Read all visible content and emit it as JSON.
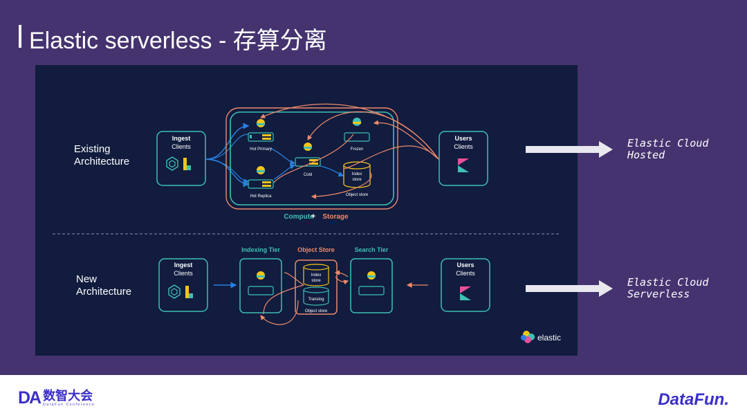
{
  "slide": {
    "title": "Elastic serverless - 存算分离",
    "background": "#44336f"
  },
  "existing": {
    "label_line1": "Existing",
    "label_line2": "Architecture",
    "ingest_title": "Ingest",
    "ingest_sub": "Clients",
    "users_title": "Users",
    "users_sub": "Clients",
    "hot_primary": "Hot Primary",
    "hot_replica": "Hot Replica",
    "cold": "Cold",
    "frozen": "Frozen",
    "index_store_line1": "Index",
    "index_store_line2": "store",
    "object_store": "Object store",
    "compute": "Compute",
    "plus": "+",
    "storage": "Storage",
    "result_line1": "Elastic Cloud",
    "result_line2": "Hosted"
  },
  "new": {
    "label_line1": "New",
    "label_line2": "Architecture",
    "ingest_title": "Ingest",
    "ingest_sub": "Clients",
    "users_title": "Users",
    "users_sub": "Clients",
    "indexing_tier": "Indexing Tier",
    "object_store_header": "Object Store",
    "search_tier": "Search Tier",
    "index_store_line1": "Index",
    "index_store_line2": "store",
    "translog": "Translog",
    "object_store": "Object store",
    "result_line1": "Elastic Cloud",
    "result_line2": "Serverless"
  },
  "brand": {
    "elastic": "elastic",
    "da_mark": "DA",
    "da_cn": "数智大会",
    "da_en": "DataFun Conference",
    "datafun": "DataFun."
  },
  "colors": {
    "teal": "#3ec1b4",
    "salmon": "#f08a6c",
    "blue_arrow": "#2a7fe0",
    "yellow": "#f5c518",
    "brand_purple": "#3b2fc9"
  },
  "icons": [
    "elasticsearch-icon",
    "logstash-icon",
    "beats-icon",
    "kibana-icon",
    "node-icon",
    "cylinder-store-icon",
    "right-arrow-icon"
  ]
}
